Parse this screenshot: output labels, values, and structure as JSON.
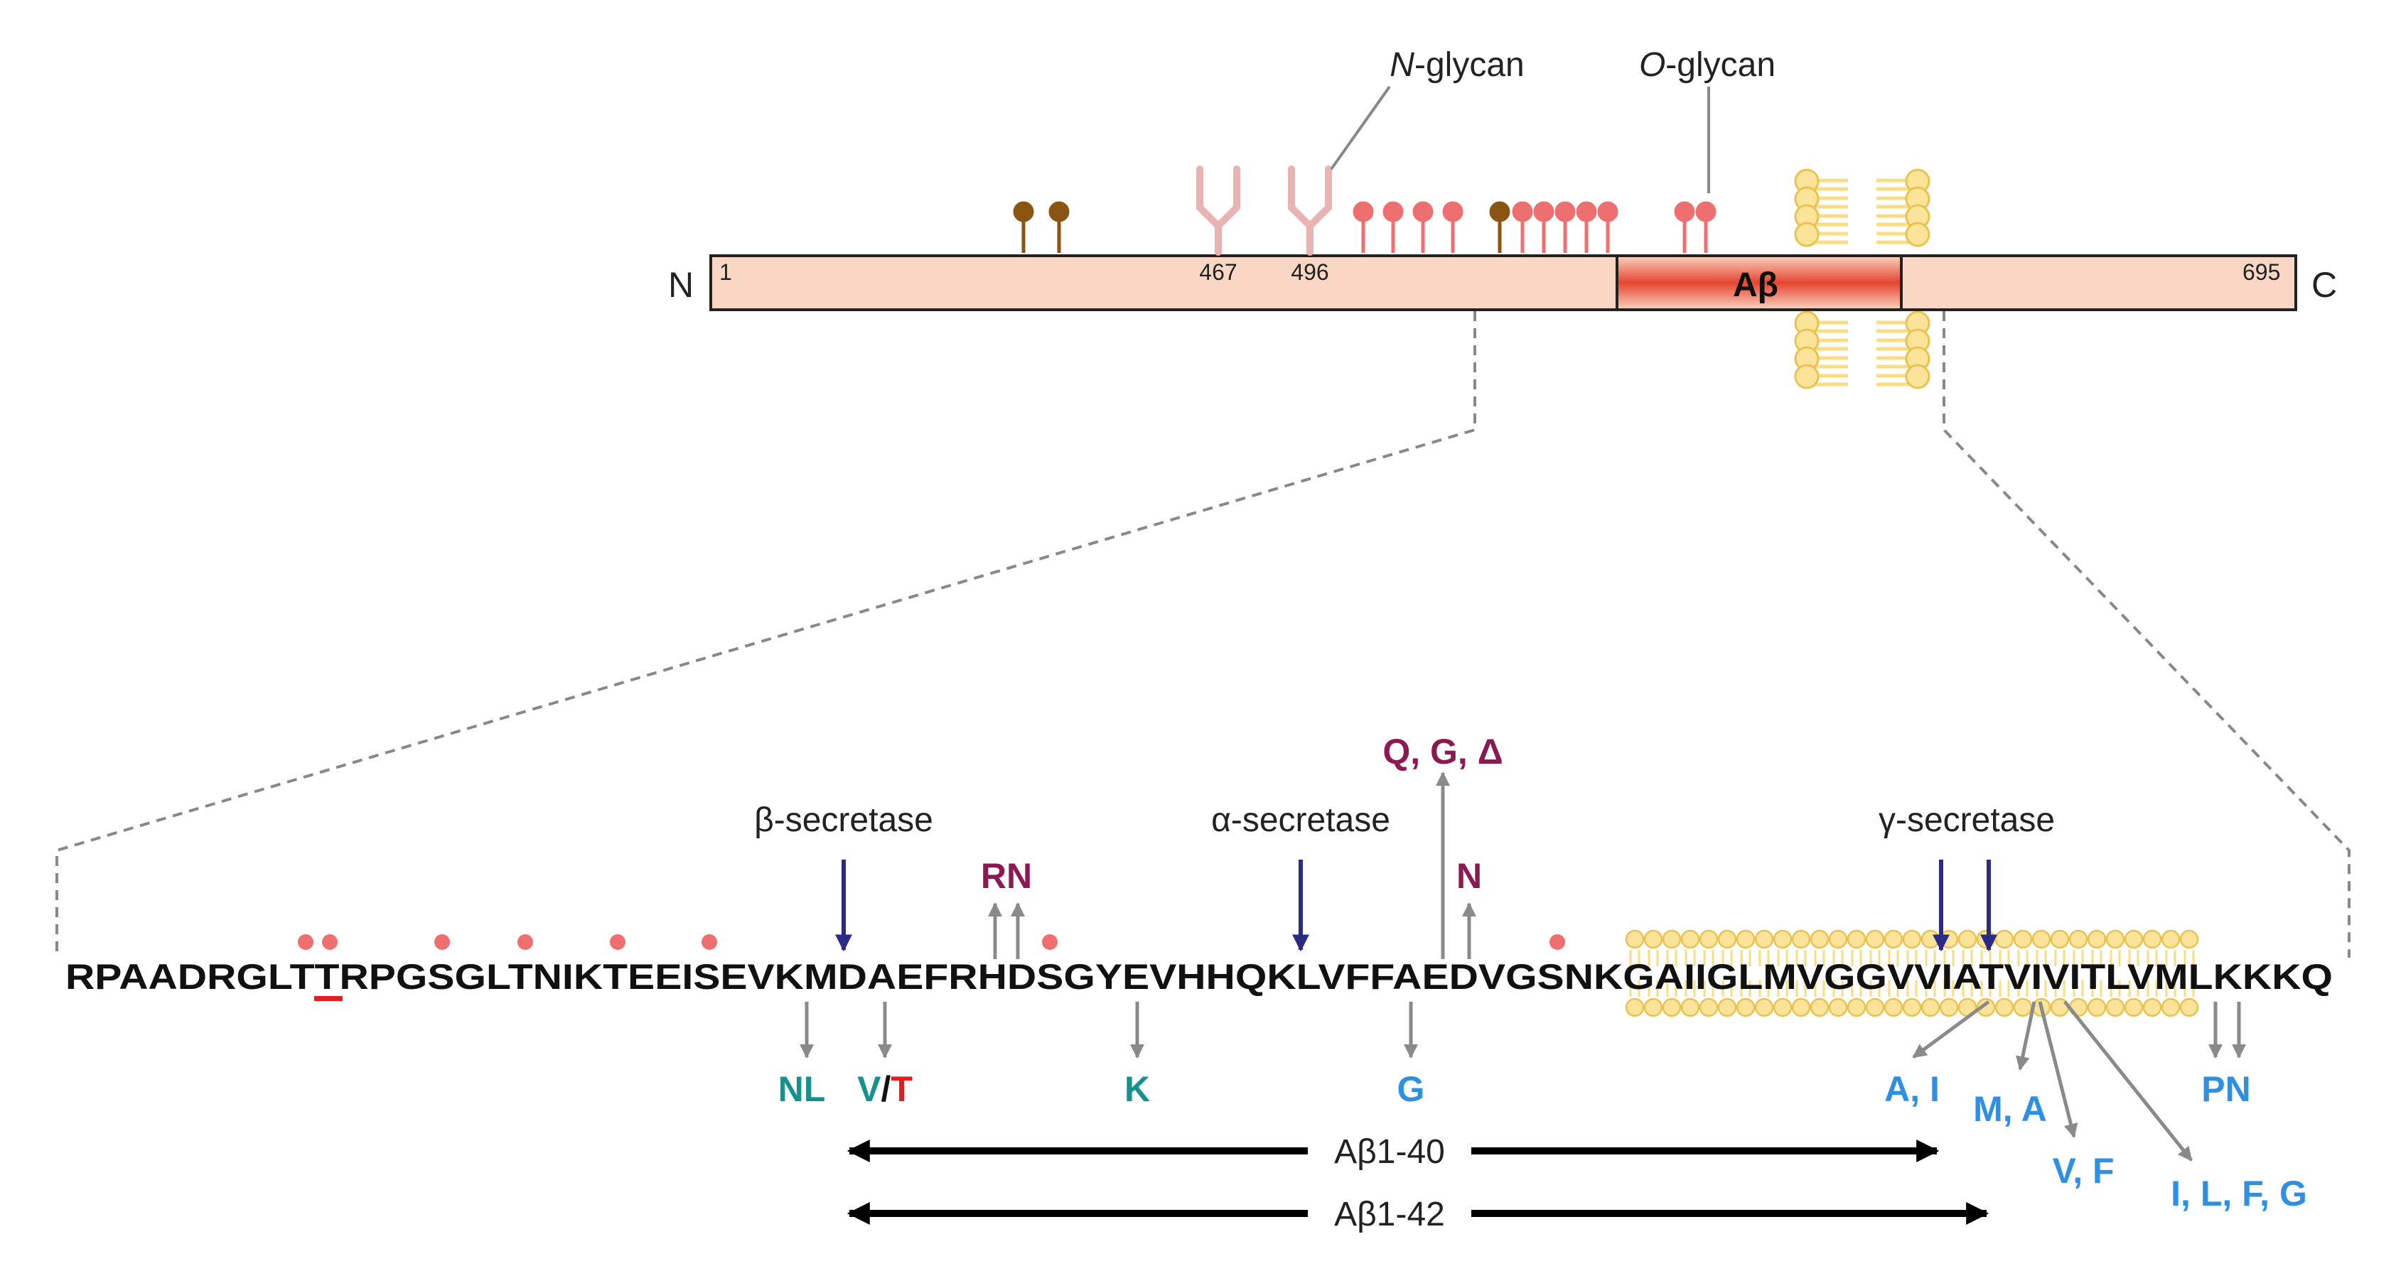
{
  "protein": {
    "n_label": "N",
    "c_label": "C",
    "start_num": "1",
    "end_num": "695",
    "abeta_label": "Aβ",
    "n_glycan_sites": [
      "467",
      "496"
    ],
    "n_glycan_label_italic": "N",
    "n_glycan_label_rest": "-glycan",
    "o_glycan_label_italic": "O",
    "o_glycan_label_rest": "-glycan"
  },
  "enzymes": {
    "beta": "β-secretase",
    "alpha": "α-secretase",
    "gamma": "γ-secretase"
  },
  "sequence": {
    "p1": "RPAADRGLT",
    "p2": "T",
    "p3": "RPGSGLTNIKTEEISEVKMDAEFRHDSGYEVHHQKLVFFAEDVGSNKGAIIGLMVGGVVIATVIVITLVMLKKKQ"
  },
  "mutations": {
    "rn": "RN",
    "qgd": "Q, G, Δ",
    "n": "N",
    "nl": "NL",
    "v": "V",
    "slash": "/",
    "t": "T",
    "k": "K",
    "g": "G",
    "ai": "A, I",
    "ma": "M, A",
    "vf": "V, F",
    "ilfg": "I, L, F, G",
    "pn": "PN"
  },
  "peptides": {
    "ab40": "Aβ1-40",
    "ab42": "Aβ1-42"
  },
  "colors": {
    "protein_fill": "#fad7c4",
    "abeta_fill": "#e4452f",
    "o_glycan": "#ee6f6f",
    "other_glycan": "#8a5512",
    "n_glycan": "#e8b3b0",
    "lipid": "#f9dd85",
    "enzyme_arrow": "#2b2b86",
    "teal": "#17918f",
    "maroon": "#8c1a52",
    "blue": "#2f8fe0",
    "red": "#e01e1e"
  }
}
